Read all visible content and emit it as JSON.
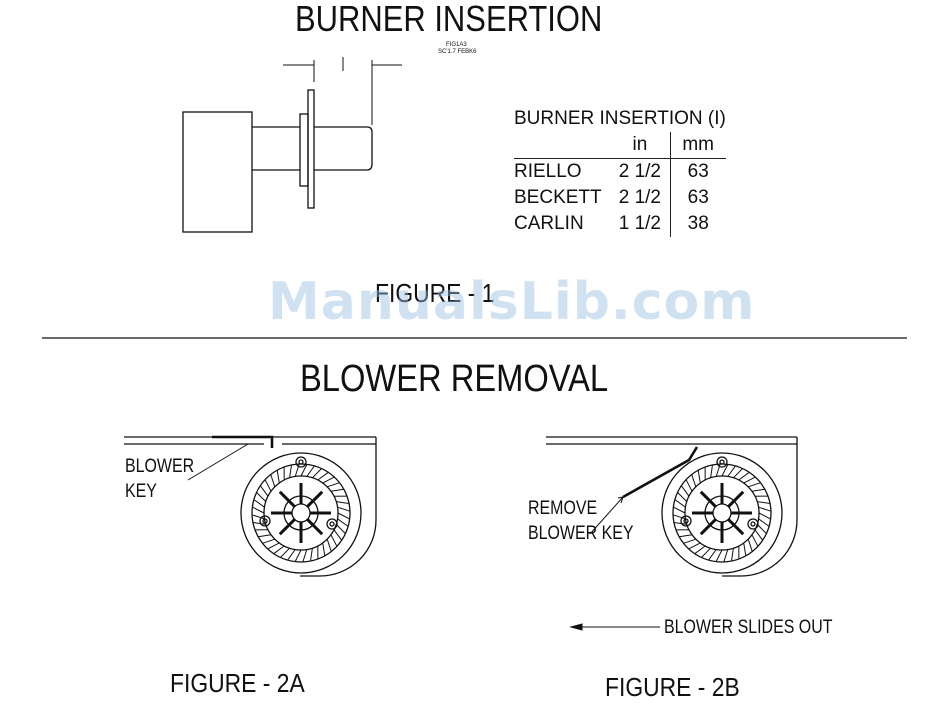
{
  "section1": {
    "title": "BURNER INSERTION",
    "note_line1": "FIG1A3",
    "note_line2": "SC'1.7 FEBK6",
    "dimension_mark": "I",
    "table": {
      "caption": "BURNER  INSERTION (I)",
      "col_in": "in",
      "col_mm": "mm",
      "rows": [
        {
          "name": "RIELLO",
          "in": "2 1/2",
          "mm": "63"
        },
        {
          "name": "BECKETT",
          "in": "2 1/2",
          "mm": "63"
        },
        {
          "name": "CARLIN",
          "in": "1 1/2",
          "mm": "38"
        }
      ]
    },
    "figure_label": "FIGURE - 1"
  },
  "watermark": "ManualsLib.com",
  "section2": {
    "title": "BLOWER REMOVAL",
    "fig2a": {
      "label_line1": "BLOWER",
      "label_line2": "KEY",
      "figure_label": "FIGURE - 2A"
    },
    "fig2b": {
      "label_line1": "REMOVE",
      "label_line2": "BLOWER KEY",
      "slide_label": "BLOWER SLIDES OUT",
      "figure_label": "FIGURE - 2B"
    }
  }
}
